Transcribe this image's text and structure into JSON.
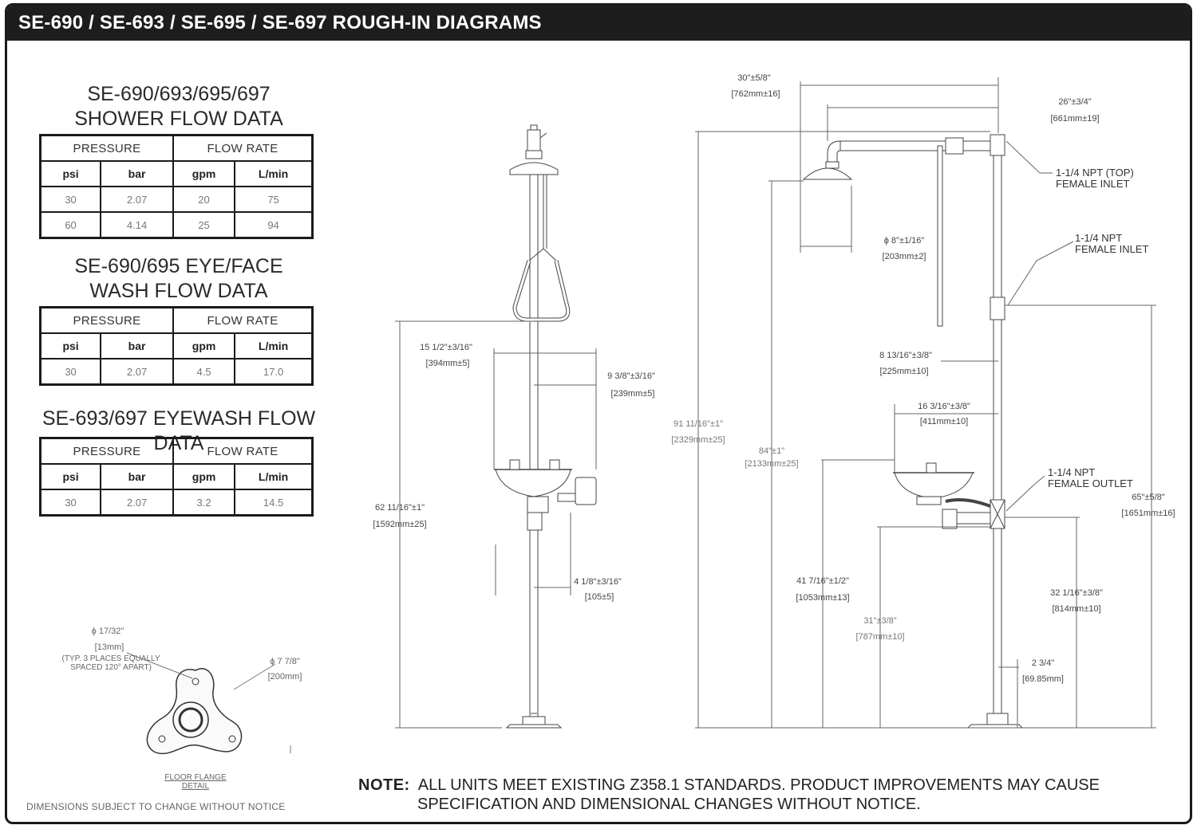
{
  "title": "SE-690 / SE-693 / SE-695 / SE-697 ROUGH-IN DIAGRAMS",
  "tables": [
    {
      "title_line1": "SE-690/693/695/697",
      "title_line2": "SHOWER FLOW DATA",
      "pressure_header": "PRESSURE",
      "flow_header": "FLOW RATE",
      "units": [
        "psi",
        "bar",
        "gpm",
        "L/min"
      ],
      "rows": [
        [
          "30",
          "2.07",
          "20",
          "75"
        ],
        [
          "60",
          "4.14",
          "25",
          "94"
        ]
      ]
    },
    {
      "title_line1": "SE-690/695 EYE/FACE",
      "title_line2": "WASH FLOW DATA",
      "pressure_header": "PRESSURE",
      "flow_header": "FLOW RATE",
      "units": [
        "psi",
        "bar",
        "gpm",
        "L/min"
      ],
      "rows": [
        [
          "30",
          "2.07",
          "4.5",
          "17.0"
        ]
      ]
    },
    {
      "title_line1": "SE-693/697 EYEWASH FLOW DATA",
      "title_line2": "",
      "pressure_header": "PRESSURE",
      "flow_header": "FLOW RATE",
      "units": [
        "psi",
        "bar",
        "gpm",
        "L/min"
      ],
      "rows": [
        [
          "30",
          "2.07",
          "3.2",
          "14.5"
        ]
      ]
    }
  ],
  "flange": {
    "hole_dia": "ϕ 17/32\"",
    "hole_mm": "[13mm]",
    "hole_note_1": "(TYP. 3 PLACES EQUALLY",
    "hole_note_2": "SPACED 120° APART)",
    "flange_dia": "ϕ 7 7/8\"",
    "flange_mm": "[200mm]",
    "label_1": "FLOOR FLANGE",
    "label_2": "DETAIL"
  },
  "left_unit_dims": {
    "overall_h": "62 11/16\"±1\"",
    "overall_h_mm": "[1592mm±25]",
    "bowl_w": "15 1/2\"±3/16\"",
    "bowl_w_mm": "[394mm±5]",
    "bowl_half": "9 3/8\"±3/16\"",
    "bowl_half_mm": "[239mm±5]",
    "pipe_off": "4 1/8\"±3/16\"",
    "pipe_off_mm": "[105±5]"
  },
  "right_unit_dims": {
    "arm_total": "30\"±5/8\"",
    "arm_total_mm": "[762mm±16]",
    "arm_head": "26\"±3/4\"",
    "arm_head_mm": "[661mm±19]",
    "head_dia": "ϕ 8\"±1/16\"",
    "head_dia_mm": "[203mm±2]",
    "pull_rod": "8 13/16\"±3/8\"",
    "pull_rod_mm": "[225mm±10]",
    "bowl_reach": "16 3/16\"±3/8\"",
    "bowl_reach_mm": "[411mm±10]",
    "overall_h": "91 11/16\"±1\"",
    "overall_h_mm": "[2329mm±25]",
    "head_h": "84\"±1\"",
    "head_h_mm": "[2133mm±25]",
    "bowl_h": "41 7/16\"±1/2\"",
    "bowl_h_mm": "[1053mm±13]",
    "outlet_h": "31\"±3/8\"",
    "outlet_h_mm": "[787mm±10]",
    "outlet_h2": "32 1/16\"±3/8\"",
    "outlet_h2_mm": "[814mm±10]",
    "inlet_h": "65\"±5/8\"",
    "inlet_h_mm": "[1651mm±16]",
    "base_off": "2 3/4\"",
    "base_off_mm": "[69.85mm]",
    "callout_top_inlet_1": "1-1/4 NPT (TOP)",
    "callout_top_inlet_2": "FEMALE INLET",
    "callout_side_inlet_1": "1-1/4 NPT",
    "callout_side_inlet_2": "FEMALE INLET",
    "callout_outlet_1": "1-1/4 NPT",
    "callout_outlet_2": "FEMALE OUTLET"
  },
  "note_label": "NOTE:",
  "note_line1": "ALL UNITS MEET EXISTING Z358.1 STANDARDS. PRODUCT IMPROVEMENTS MAY CAUSE",
  "note_line2": "SPECIFICATION AND DIMENSIONAL CHANGES WITHOUT NOTICE.",
  "disclaimer": "DIMENSIONS SUBJECT TO CHANGE WITHOUT NOTICE"
}
